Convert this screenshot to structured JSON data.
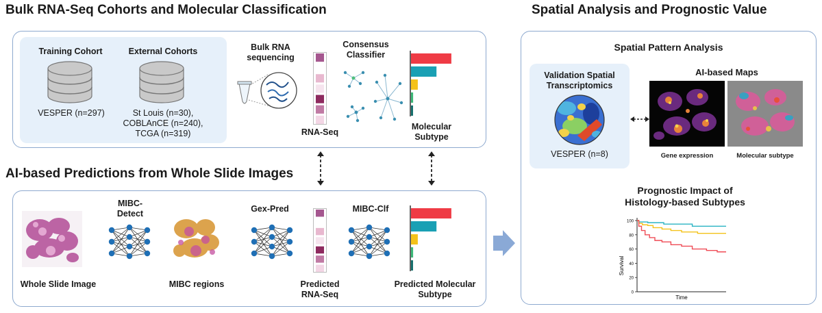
{
  "sections": {
    "bulk_title": "Bulk RNA-Seq Cohorts and Molecular Classification",
    "ai_title": "AI-based Predictions from Whole Slide Images",
    "spatial_title": "Spatial Analysis and Prognostic Value"
  },
  "bulk": {
    "training_label": "Training Cohort",
    "training_name": "VESPER (n=297)",
    "external_label": "External Cohorts",
    "external_line1": "St Louis (n=30),",
    "external_line2": "COBLAnCE (n=240),",
    "external_line3": "TCGA (n=319)",
    "seq_line1": "Bulk RNA",
    "seq_line2": "sequencing",
    "rnaseq_label": "RNA-Seq",
    "classifier_line1": "Consensus",
    "classifier_line2": "Classifier",
    "subtype_line1": "Molecular",
    "subtype_line2": "Subtype"
  },
  "ai": {
    "wsi_label": "Whole Slide Image",
    "detect_line1": "MIBC-",
    "detect_line2": "Detect",
    "regions_label": "MIBC regions",
    "gexpred_label": "Gex-Pred",
    "pred_rna_line1": "Predicted",
    "pred_rna_line2": "RNA-Seq",
    "clf_label": "MIBC-Clf",
    "pred_sub_line1": "Predicted Molecular",
    "pred_sub_line2": "Subtype"
  },
  "spatial": {
    "pattern_title": "Spatial Pattern Analysis",
    "validation_line1": "Validation Spatial",
    "validation_line2": "Transcriptomics",
    "validation_cohort": "VESPER (n=8)",
    "maps_title": "AI-based Maps",
    "gene_expr_label": "Gene expression",
    "mol_sub_label": "Molecular subtype",
    "prognostic_line1": "Prognostic Impact of",
    "prognostic_line2": "Histology-based Subtypes"
  },
  "colors": {
    "panel_border": "#8da9cf",
    "inner_fill": "#e6f0fa",
    "network_node": "#1f6fb5",
    "bar_red": "#ef3b45",
    "bar_teal": "#1aa0b4",
    "bar_yellow": "#f4c21a",
    "bar_green": "#3cb878",
    "bar_darkteal": "#16706e",
    "arrow": "#8aa9d6"
  },
  "bars_rel": [
    0.95,
    0.6,
    0.16,
    0.05,
    0.04
  ],
  "heat_colors": [
    "#a5578f",
    "#ffffff",
    "#e8b8cf",
    "#f6e4ee",
    "#8e2a5f",
    "#c07aa4",
    "#f3d6e5"
  ],
  "heat_colors_pred": [
    "#a5578f",
    "#ffffff",
    "#e8b8cf",
    "#f6e4ee",
    "#8e2a5f",
    "#c07aa4",
    "#f3d6e5"
  ],
  "chart_data": {
    "type": "line",
    "title": "",
    "xlabel": "Time",
    "ylabel": "Survival",
    "yticks": [
      "100",
      "80",
      "60",
      "40",
      "20",
      "0"
    ],
    "ylim": [
      0,
      100
    ],
    "xlim": [
      0,
      1
    ],
    "series": [
      {
        "color": "#2ab3c3",
        "x": [
          0,
          0.02,
          0.08,
          0.12,
          0.22,
          0.3,
          0.45,
          0.62,
          0.75,
          1.0
        ],
        "y": [
          100,
          98,
          98,
          97,
          97,
          95,
          95,
          92,
          92,
          92
        ]
      },
      {
        "color": "#f4c21a",
        "x": [
          0,
          0.02,
          0.06,
          0.12,
          0.18,
          0.28,
          0.38,
          0.5,
          0.68,
          0.85,
          1.0
        ],
        "y": [
          100,
          96,
          94,
          93,
          90,
          88,
          86,
          84,
          82,
          82,
          82
        ]
      },
      {
        "color": "#ef4b55",
        "x": [
          0,
          0.02,
          0.05,
          0.09,
          0.14,
          0.2,
          0.28,
          0.38,
          0.5,
          0.62,
          0.78,
          0.9,
          1.0
        ],
        "y": [
          100,
          92,
          86,
          80,
          76,
          72,
          70,
          66,
          64,
          60,
          58,
          56,
          56
        ]
      }
    ]
  }
}
